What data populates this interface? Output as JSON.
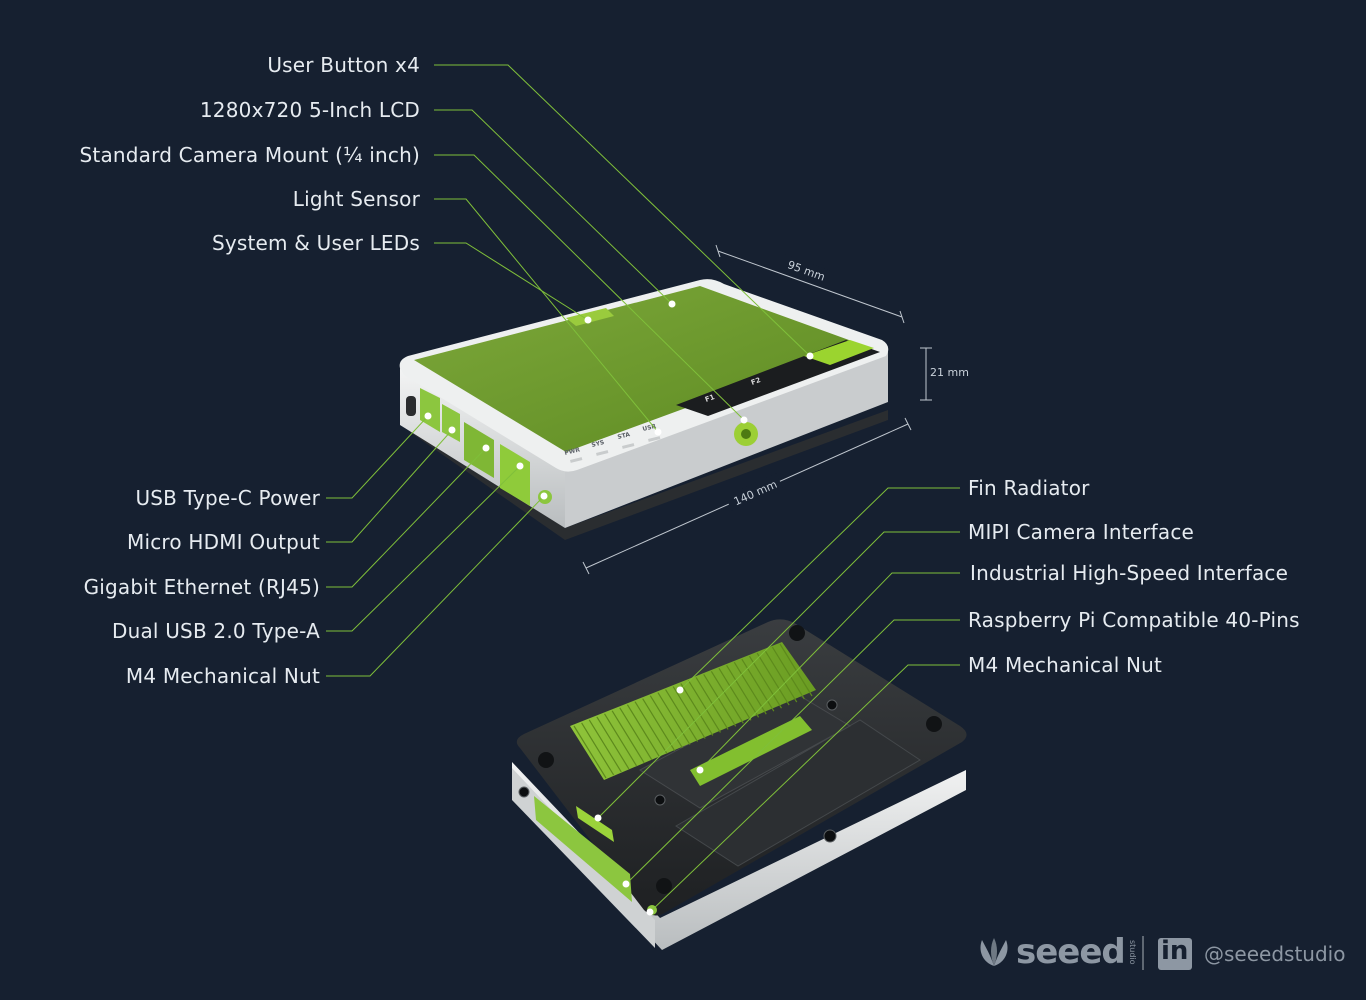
{
  "labels_left_top": [
    "User Button x4",
    "1280x720 5-Inch LCD",
    "Standard Camera Mount (¼ inch)",
    "Light Sensor",
    "System & User LEDs"
  ],
  "labels_left_bottom": [
    "USB Type-C Power",
    "Micro HDMI Output",
    "Gigabit Ethernet (RJ45)",
    "Dual USB 2.0 Type-A",
    "M4 Mechanical Nut"
  ],
  "labels_right": [
    "Fin Radiator",
    "MIPI Camera Interface",
    "Industrial High-Speed Interface",
    "Raspberry Pi Compatible 40-Pins",
    "M4 Mechanical Nut"
  ],
  "dimensions": {
    "width": "95 mm",
    "height": "21 mm",
    "length": "140 mm"
  },
  "device_markings": {
    "leds": [
      "PWR",
      "SYS",
      "STA",
      "USR"
    ],
    "buttons": [
      "F1",
      "F2"
    ]
  },
  "brand": {
    "name": "seeed",
    "sub": "studio",
    "linkedin": "in",
    "handle": "@seeedstudio"
  },
  "colors": {
    "background": "#162030",
    "accent": "#8cc63f",
    "leader": "#7fbf3a",
    "text": "#e6ebf0"
  }
}
